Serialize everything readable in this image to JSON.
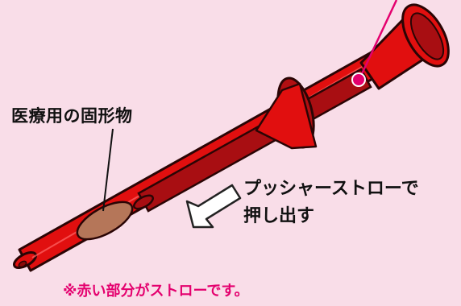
{
  "labels": {
    "medicine": "医療用の固形物",
    "push_line1": "プッシャーストローで",
    "push_line2": "押し出す"
  },
  "caption": "※赤い部分がストローです。",
  "colors": {
    "background": "#f9dde8",
    "straw_red": "#e10f0f",
    "straw_dark": "#a80e12",
    "outline": "#2a0505",
    "medicine": "#b57659",
    "pointer_magenta": "#e4006e",
    "caption_magenta": "#e4006e"
  },
  "icons": {
    "arrow": "hollow-arrow-left-down"
  }
}
